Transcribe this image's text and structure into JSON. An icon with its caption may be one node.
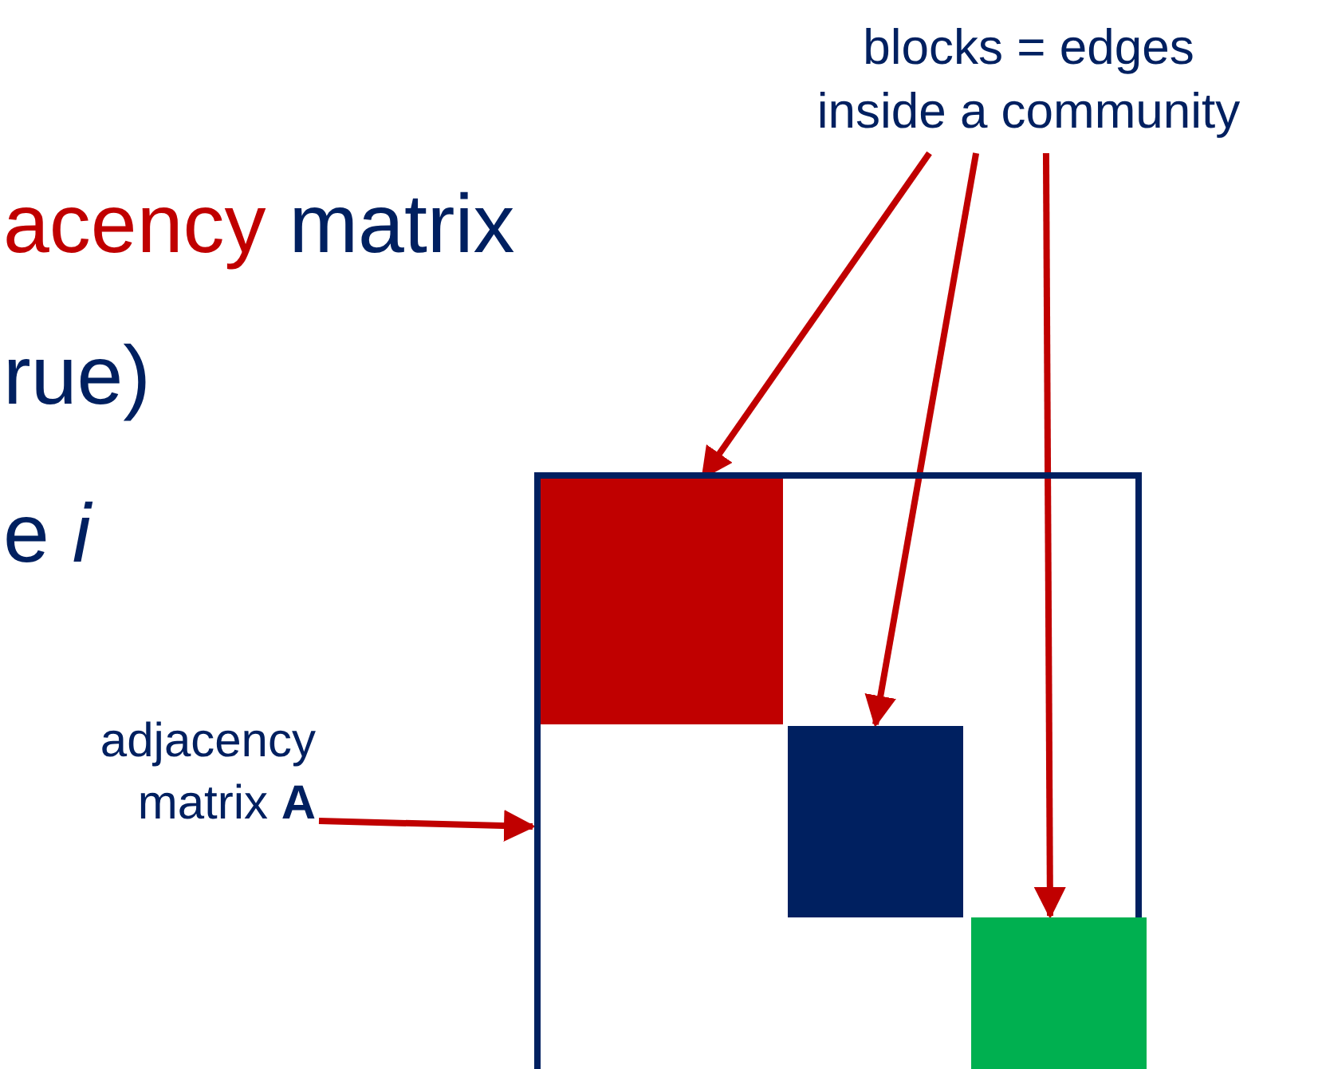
{
  "diagram": {
    "nodes": [
      {
        "text": [
          "blocks = edges inside a community"
        ]
      },
      {
        "text": [],
        "shape": "box"
      },
      {
        "text": [],
        "shape": "box",
        "in": 1
      },
      {
        "text": [],
        "shape": "box",
        "in": 1
      },
      {
        "text": [],
        "shape": "box",
        "in": 1
      },
      {
        "text": [
          "adjacency matrix **A**"
        ]
      }
    ],
    "edges": [
      {
        "from": 0,
        "to": 2,
        "arrow": "to"
      },
      {
        "from": 0,
        "to": 3,
        "arrow": "to"
      },
      {
        "from": 0,
        "to": 4,
        "arrow": "to"
      },
      {
        "from": 5,
        "to": 1,
        "arrow": "to"
      }
    ],
    "labels": [
      "acency matrix",
      "rue)",
      "e *i*"
    ]
  }
}
